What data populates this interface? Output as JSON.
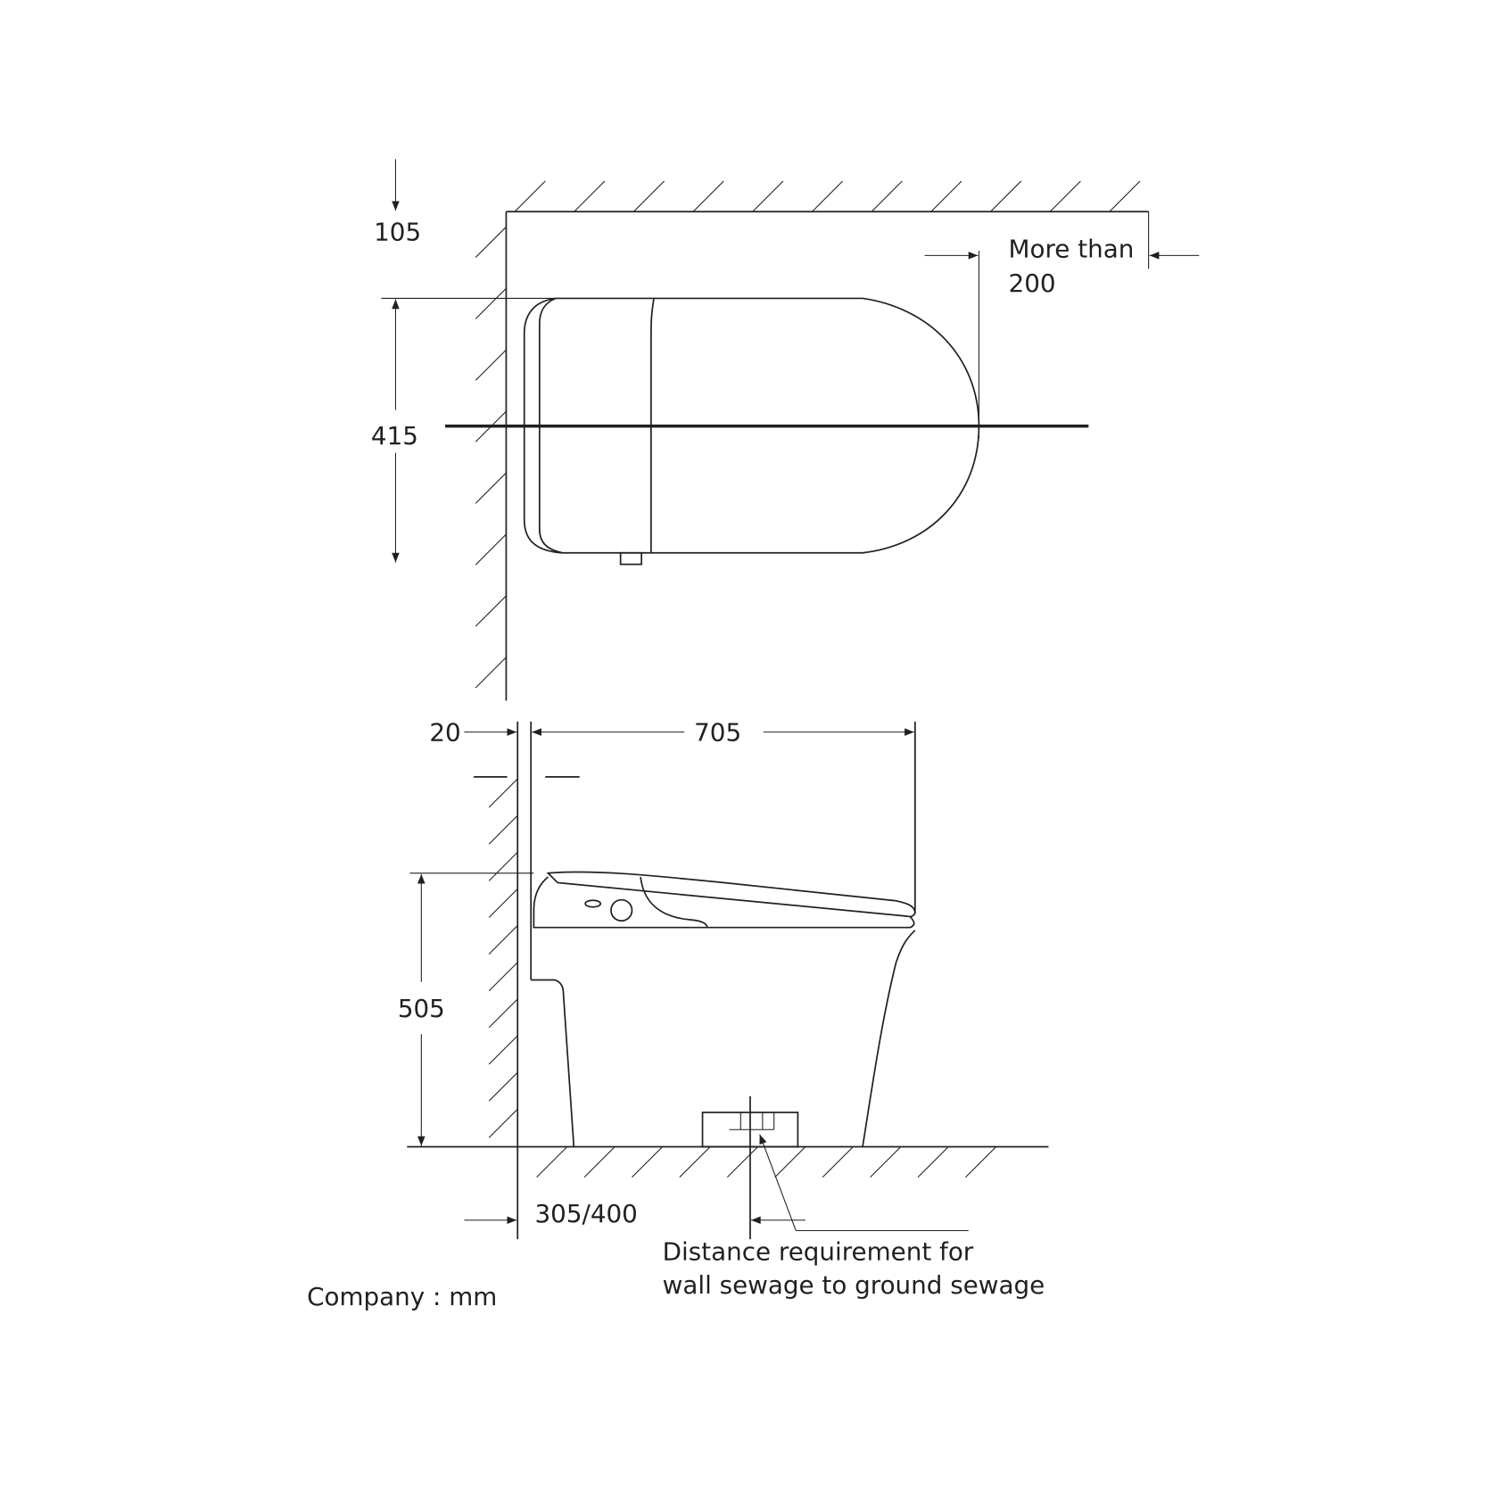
{
  "top_view": {
    "dim_wall_gap": "105",
    "dim_width": "415",
    "clearance_label": "More than",
    "clearance_value": "200"
  },
  "side_view": {
    "dim_wall_offset": "20",
    "dim_length": "705",
    "dim_height": "505",
    "dim_rough_in": "305/400",
    "note_line1": "Distance requirement for",
    "note_line2": "wall sewage to ground sewage"
  },
  "unit_label": "Company : mm"
}
